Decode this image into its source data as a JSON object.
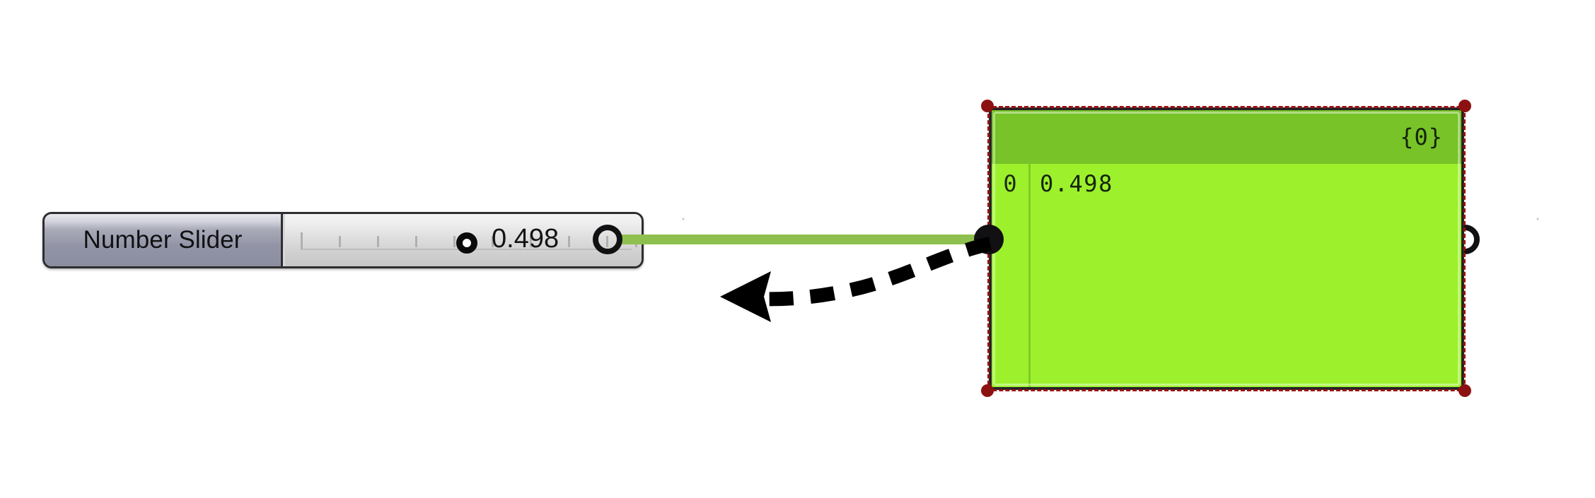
{
  "app": {
    "name": "Grasshopper Canvas",
    "background_color": "#ffffff",
    "grid_dot_color": "#8c8c96"
  },
  "slider": {
    "label": "Number Slider",
    "value": "0.498",
    "numeric_value": 0.498,
    "range_min": 0,
    "range_max": 1,
    "grip_position_pct": 49.8,
    "tick_count": 10,
    "output_port_name": "slider-output",
    "label_pane_color": "#9294a6",
    "track_pane_color": "#dedede",
    "border_color": "#2e2e30"
  },
  "wire": {
    "color": "#8fc04f",
    "from": "slider-output",
    "to": "panel-input"
  },
  "panel": {
    "header_text": "{0}",
    "header_color": "#77c328",
    "body_color": "#9cf12c",
    "border_color": "#232326",
    "selected": true,
    "selection_color": "#8c1212",
    "rows": [
      {
        "index": "0",
        "value": "0.498"
      }
    ],
    "input_port_name": "panel-input",
    "output_port_name": "panel-output"
  },
  "annotation": {
    "type": "dashed-curved-arrow",
    "direction": "left",
    "color": "#000000",
    "points_at": "panel-input-port"
  }
}
